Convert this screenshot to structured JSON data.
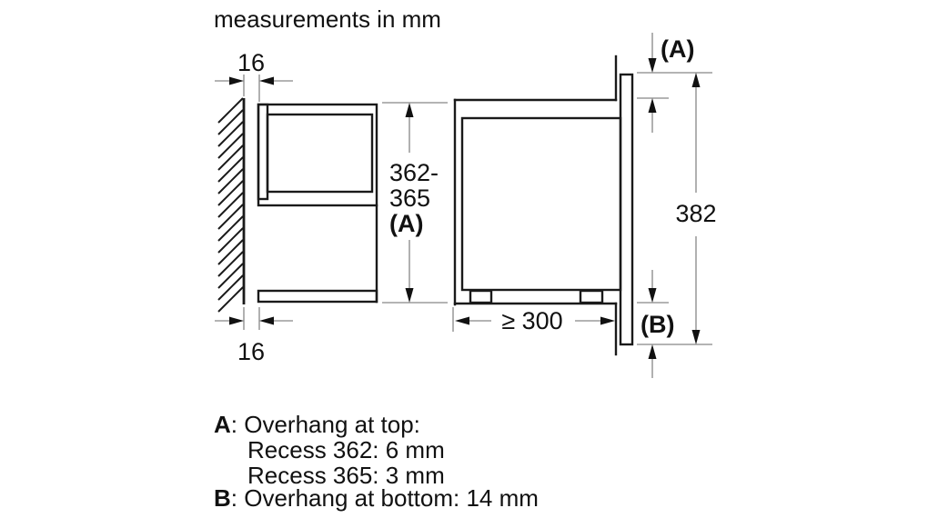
{
  "title": "measurements in mm",
  "colors": {
    "background": "#ffffff",
    "outline": "#1a1a1a",
    "dimension_lines": "#878787",
    "text": "#111111"
  },
  "dims": {
    "wall_gap_top": "16",
    "wall_gap_bottom": "16",
    "niche_height": [
      "362-",
      "365",
      "(A)"
    ],
    "overhang_top_label": "(A)",
    "frame_height": "382",
    "min_depth": "≥ 300",
    "overhang_bottom_label": "(B)"
  },
  "legend": {
    "a_key": "A",
    "a_rest": ": Overhang at top:",
    "a_recess_362": "Recess 362: 6 mm",
    "a_recess_365": "Recess 365: 3 mm",
    "b_key": "B",
    "b_rest": ": Overhang at bottom: 14 mm"
  }
}
